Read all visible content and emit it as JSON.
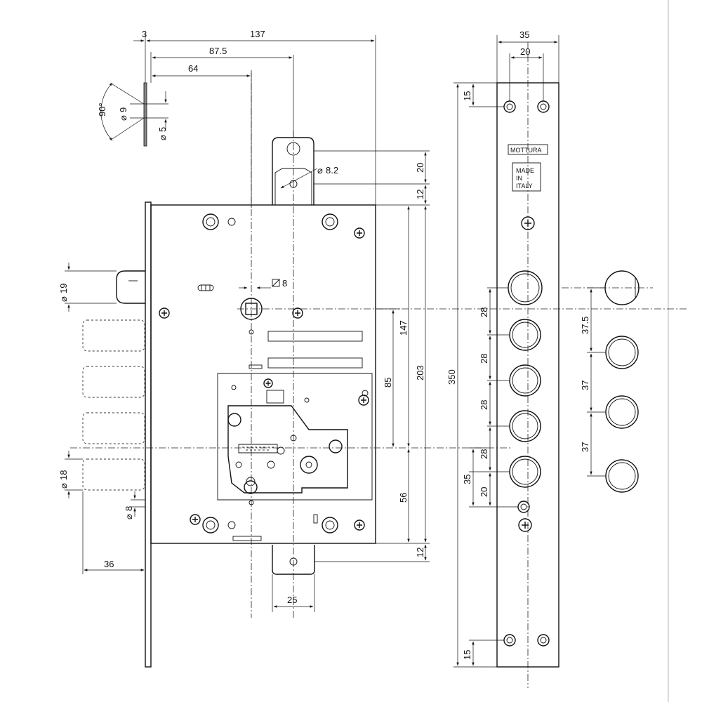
{
  "labels": {
    "brand": "MOTTURA",
    "origin": [
      "MADE",
      "IN",
      "ITALY"
    ]
  },
  "dimensions": {
    "d3": "3",
    "d137": "137",
    "d87_5": "87.5",
    "d64": "64",
    "angle90": "90°",
    "dia9": "9",
    "dia5": "5",
    "dia8_2": "8.2",
    "d20_top": "20",
    "d12_top": "12",
    "sq8": "8",
    "dia19": "19",
    "d147": "147",
    "d203": "203",
    "d350": "350",
    "d85": "85",
    "d56": "56",
    "dia18": "18",
    "dia8": "8",
    "d36": "36",
    "d12_bottom": "12",
    "d25": "25",
    "d35_top": "35",
    "d20_strip": "20",
    "d15_top": "15",
    "d15_bottom": "15",
    "d28_1": "28",
    "d28_2": "28",
    "d28_3": "28",
    "d28_4": "28",
    "d35_left": "35",
    "d20_left": "20",
    "d37_5": "37.5",
    "d37_1": "37",
    "d37_2": "37"
  }
}
